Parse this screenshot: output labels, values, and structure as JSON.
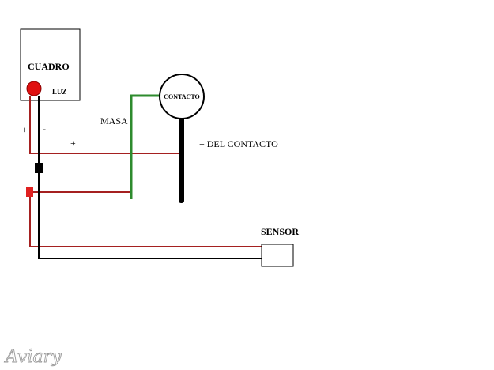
{
  "labels": {
    "panel": "CUADRO",
    "light": "LUZ",
    "plus": "+",
    "minus": "-",
    "wire_plus": "+",
    "ground": "MASA",
    "contact": "CONTACTO",
    "contact_plus": "+ DEL CONTACTO",
    "sensor": "SENSOR"
  },
  "watermark": "Aviary",
  "colors": {
    "red_wire": "#a52020",
    "black_wire": "#000000",
    "green_wire": "#2e8b2e",
    "lamp": "#e01010",
    "connector_red": "#e02020"
  }
}
